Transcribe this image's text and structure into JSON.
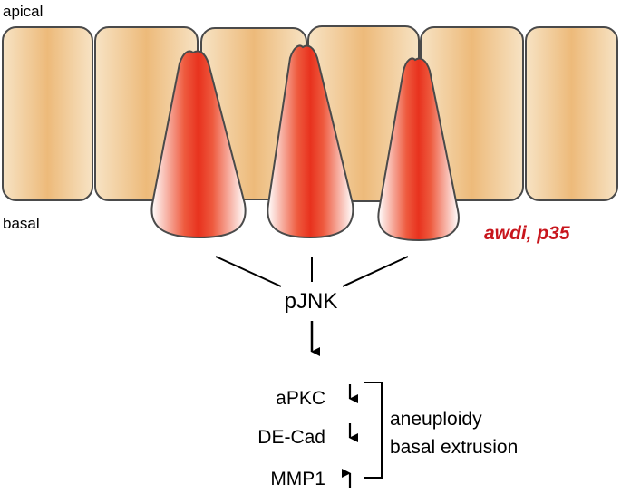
{
  "labels": {
    "apical": "apical",
    "basal": "basal",
    "genotype": "awdi, p35",
    "hub": "pJNK"
  },
  "effects": [
    {
      "name": "aPKC",
      "direction": "down"
    },
    {
      "name": "DE-Cad",
      "direction": "down"
    },
    {
      "name": "MMP1",
      "direction": "up"
    }
  ],
  "outcomes": [
    "aneuploidy",
    "basal extrusion"
  ],
  "colors": {
    "cell_edge": "#F7E3C4",
    "cell_center": "#EDBA7A",
    "extruding_cell": "#E8321E",
    "genotype_text": "#C8161D",
    "outline": "#4A4A4A"
  }
}
